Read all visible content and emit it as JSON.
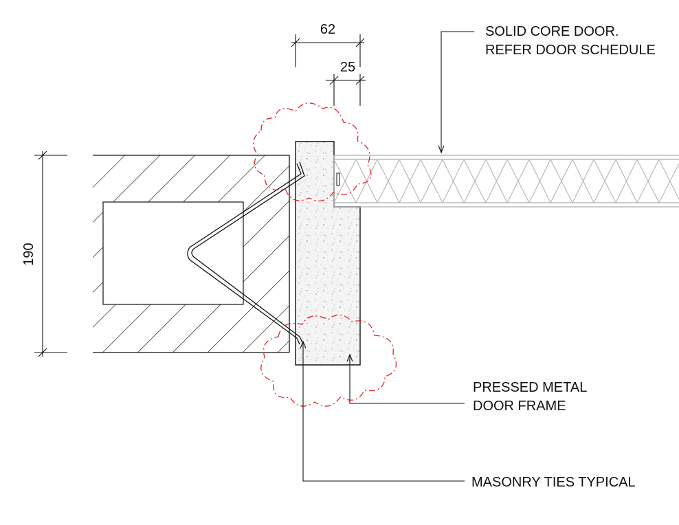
{
  "dimensions": {
    "frame_width": "62",
    "rebate_depth": "25",
    "wall_thickness": "190"
  },
  "annotations": {
    "door_line1": "SOLID CORE DOOR.",
    "door_line2": "REFER DOOR SCHEDULE",
    "frame_line1": "PRESSED METAL",
    "frame_line2": "DOOR FRAME",
    "ties": "MASONRY TIES TYPICAL"
  },
  "colors": {
    "linework": "#111111",
    "revision_cloud": "#e8202a",
    "door_infill": "#bfbfbf",
    "concrete_speckle": "#9a9a9a"
  }
}
